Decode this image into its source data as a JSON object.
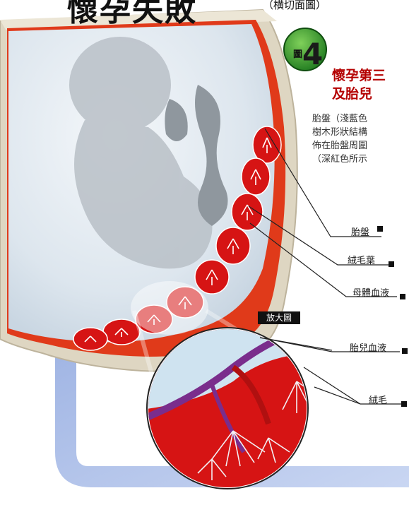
{
  "header": {
    "title": "懷孕失敗",
    "subtitle": "（横切面圖）"
  },
  "badge": {
    "char": "圖",
    "number": "4"
  },
  "heading": {
    "line1": "懷孕第三",
    "line2": "及胎兒"
  },
  "description": {
    "lines": [
      "胎盤（淺藍色",
      "樹木形狀結構",
      "佈在胎盤周圍",
      "（深紅色所示"
    ]
  },
  "labels": {
    "placenta": "胎盤",
    "villous_lobe": "絨毛葉",
    "maternal_blood": "母體血液",
    "fetal_blood": "胎兒血液",
    "villi": "絨毛",
    "zoom": "放大圖"
  },
  "colors": {
    "placenta_blue": "#cfe3f0",
    "villi_red": "#d61414",
    "uterus_wall": "#ded6c2",
    "background_panel": "#b8c9eb",
    "badge_green": "#2e9a2a",
    "heading_red": "#b40000",
    "fetal_vessel_purple": "#7a2d8c"
  }
}
